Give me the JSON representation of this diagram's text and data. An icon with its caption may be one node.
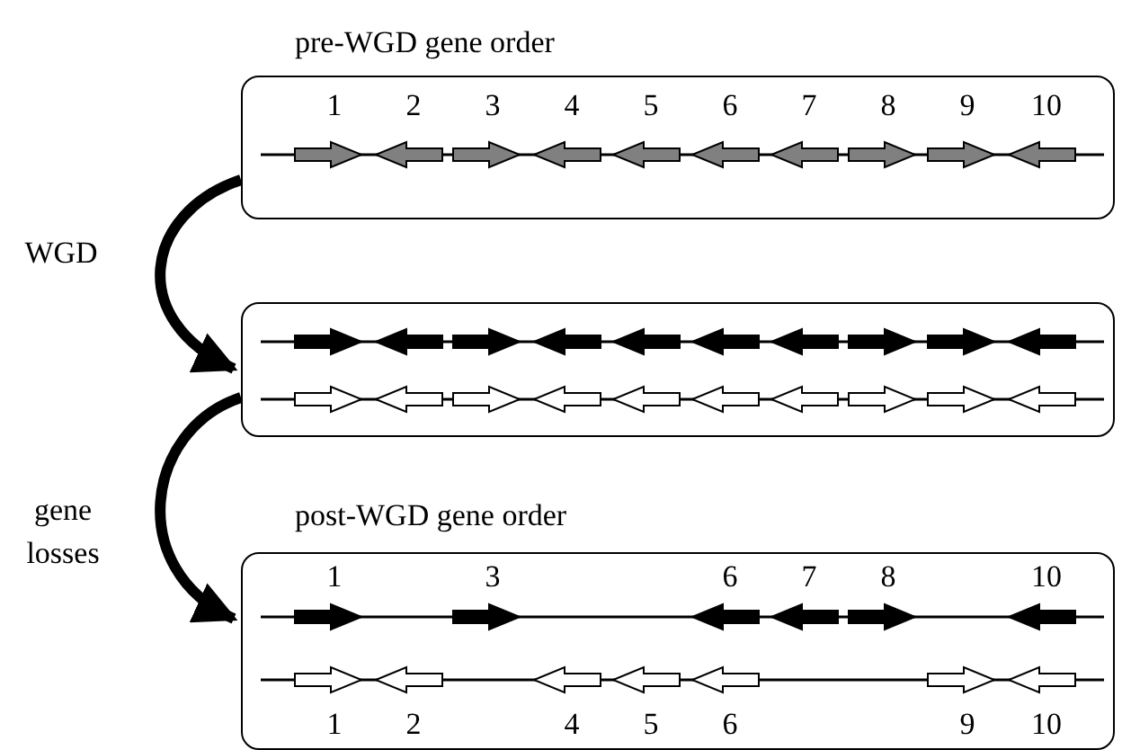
{
  "diagram": {
    "nodes": [
      {
        "text": [
          "pre-WGD gene order"
        ]
      },
      {
        "text": [],
        "shape": "box"
      },
      {
        "text": [
          "post-WGD gene order"
        ]
      }
    ],
    "edges": [
      {
        "from": 0,
        "to": 1,
        "arrow": "to",
        "label": "WGD"
      },
      {
        "from": 1,
        "to": 2,
        "arrow": "to",
        "label": "gene losses"
      }
    ],
    "labels": [
      "1",
      "2",
      "3",
      "4",
      "5",
      "6",
      "7",
      "8",
      "9",
      "10",
      "1",
      "3",
      "6",
      "7",
      "8",
      "10",
      "1",
      "2",
      "4",
      "5",
      "6",
      "9",
      "10"
    ]
  }
}
